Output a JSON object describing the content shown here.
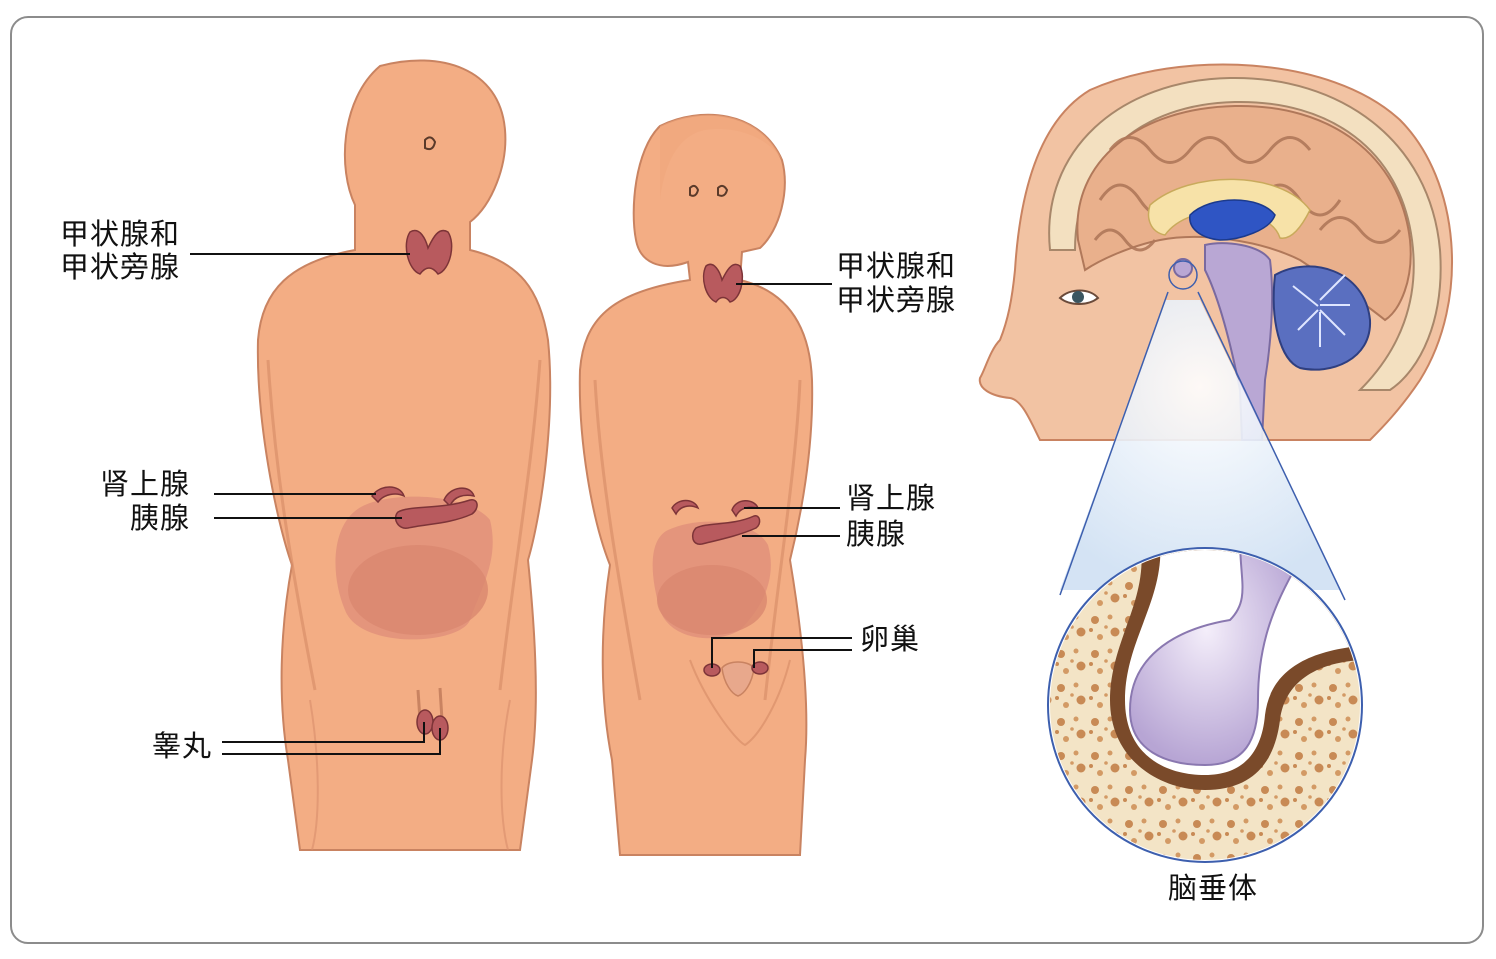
{
  "labels": {
    "male_thyroid_line1": "甲状腺和",
    "male_thyroid_line2": "甲状旁腺",
    "male_adrenal": "肾上腺",
    "male_pancreas": "胰腺",
    "testes": "睾丸",
    "female_thyroid_line1": "甲状腺和",
    "female_thyroid_line2": "甲状旁腺",
    "female_adrenal": "肾上腺",
    "female_pancreas": "胰腺",
    "ovaries": "卵巢",
    "pituitary": "脑垂体"
  },
  "colors": {
    "skin": "#f3ad84",
    "skin_outline": "#c98361",
    "gland": "#b85a5e",
    "organ_shadow": "#e0907a",
    "brain": "#e9b08c",
    "brain_stem": "#b9a7d4",
    "cerebellum": "#5a6fc0",
    "ventricle": "#2f55c4",
    "bone": "#f2e2c4",
    "zoom_line": "#3d5fae"
  }
}
